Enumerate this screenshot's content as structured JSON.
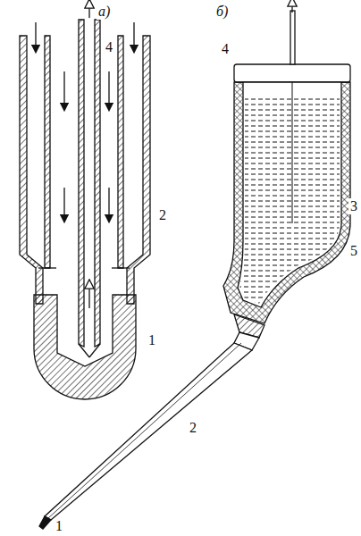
{
  "diagram": {
    "labels": [
      "а)",
      "б)",
      "4",
      "2",
      "1",
      "4",
      "3",
      "5",
      "2",
      "1"
    ]
  }
}
